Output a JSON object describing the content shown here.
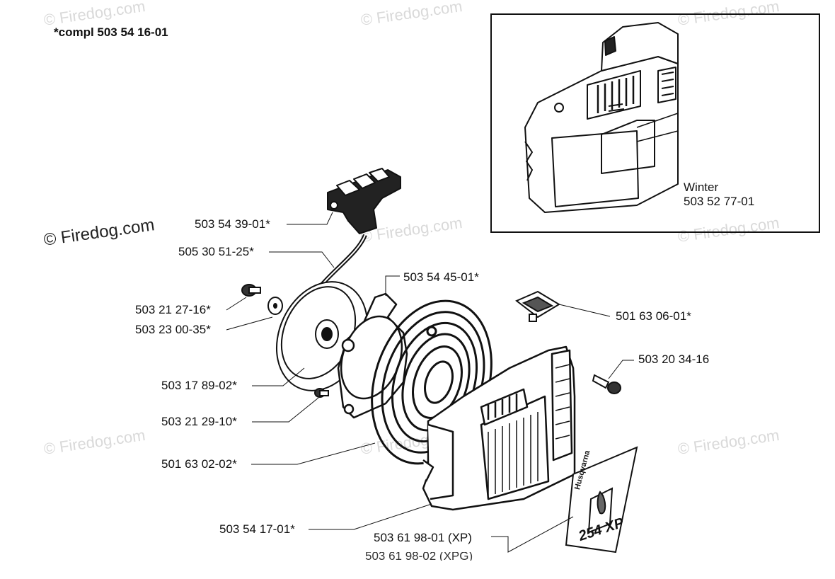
{
  "diagram": {
    "title": "*compl 503 54 16-01",
    "watermark": "© Firedog.com",
    "inset": {
      "caption_line1": "Winter",
      "caption_line2": "503 52 77-01"
    },
    "parts": {
      "handle": "503 54 39-01*",
      "rope": "505 30 51-25*",
      "screw_top": "503 21 27-16*",
      "washer": "503 23 00-35*",
      "pulley": "503 17 89-02*",
      "screw_small": "503 21 29-10*",
      "spring": "501 63 02-02*",
      "housing": "503 54 17-01*",
      "plate": "503 54 45-01*",
      "cap": "501 63 06-01*",
      "screw_right": "503 20 34-16",
      "decal": "503 61 98-01 (XP)",
      "decal_cut": "503 61 98-02 (XPG)"
    },
    "decal_text": {
      "brand": "Husqvarna",
      "model": "254 XP"
    }
  }
}
